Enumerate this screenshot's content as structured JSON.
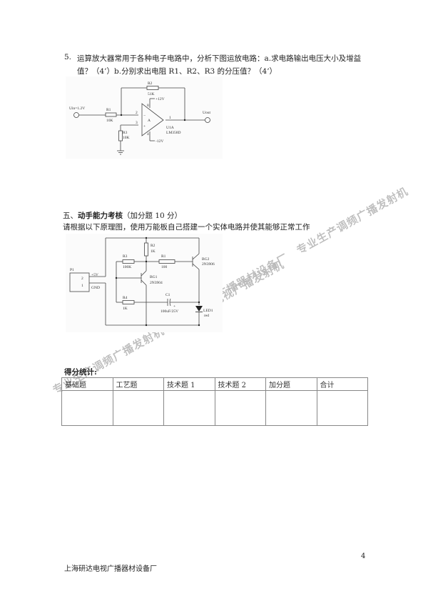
{
  "question5": {
    "number": "5.",
    "line1": "运算放大器常用于各种电子电路中，分析下图运放电路：a.求电路输出电压大小及增益",
    "line2": "值？（4’）b.分别求出电阻 R1、R2、R3 的分压值？（4’）",
    "circuit": {
      "uin": "Uin=1.2V",
      "r1": "R1",
      "r1_val": "10K",
      "r2": "R2",
      "r2_val": "51K",
      "r3": "R3",
      "r3_val": "10K",
      "vpos": "+12V",
      "vneg": "-12V",
      "amp": "A",
      "pin2": "2",
      "pin3": "3",
      "pin1": "1",
      "pin8": "8",
      "pin4": "4",
      "minus": "−",
      "plus": "+",
      "unit": "U1A",
      "part": "LM358D",
      "uout": "Uout"
    }
  },
  "section5": {
    "title_prefix": "五、",
    "title_bold": "动手能力考核",
    "title_suffix": "（加分题 10 分）",
    "instruction": "请根据以下原理图，使用万能板自己搭建一个实体电路并使其能够正常工作",
    "circuit": {
      "p1": "P1",
      "pin2": "2",
      "pin1": "1",
      "v5": "+5V",
      "gnd": "GND",
      "r2": "R2",
      "r2_val": "1K",
      "r3": "R3",
      "r3_val": "100K",
      "r1": "R1",
      "r1_val": "100",
      "bg2": "BG2",
      "bg2_part": "2N3906",
      "bg1": "BG1",
      "bg1_part": "2N3904",
      "r4": "R4",
      "r4_val": "1K",
      "c1": "C1",
      "c1_val": "100uF/25V",
      "c1_plus": "+",
      "led": "LED1",
      "led_color": "red"
    }
  },
  "score": {
    "title": "得分统计:",
    "headers": [
      "基础题",
      "工艺题",
      "技术题 1",
      "技术题 2",
      "加分题",
      "合计"
    ]
  },
  "watermarks": [
    "上海研达电视广播器材设备厂　专业生产调频广播发射机",
    "专业生产调频广播发射机　上海研达电视广播发射机"
  ],
  "page_number": "4",
  "footer": "上海研达电视广播器材设备厂"
}
